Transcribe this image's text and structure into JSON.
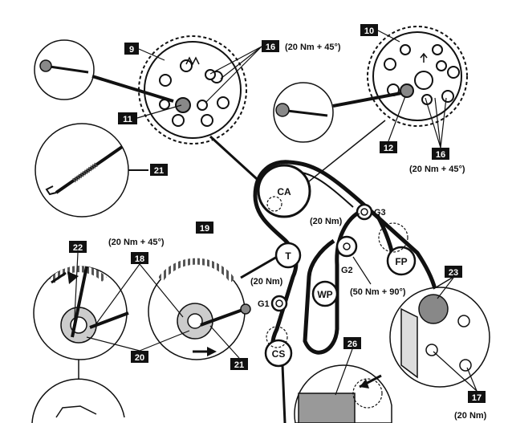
{
  "callouts": {
    "n9": "9",
    "n10": "10",
    "n11": "11",
    "n12": "12",
    "n16a": "16",
    "n16b": "16",
    "n17": "17",
    "n18": "18",
    "n19": "19",
    "n20": "20",
    "n21a": "21",
    "n21b": "21",
    "n22": "22",
    "n23": "23",
    "n26": "26"
  },
  "pulleys": {
    "ca": "CA",
    "t": "T",
    "wp": "WP",
    "fp": "FP",
    "cs": "CS"
  },
  "labels": {
    "g1": "G1",
    "g2": "G2",
    "g3": "G3"
  },
  "torques": {
    "t16a": "(20 Nm + 45°)",
    "t16b": "(20 Nm + 45°)",
    "t18": "(20 Nm + 45°)",
    "tg1": "(20 Nm)",
    "tg3": "(20 Nm)",
    "tg2": "(50 Nm + 90°)",
    "t17": "(20 Nm)"
  }
}
